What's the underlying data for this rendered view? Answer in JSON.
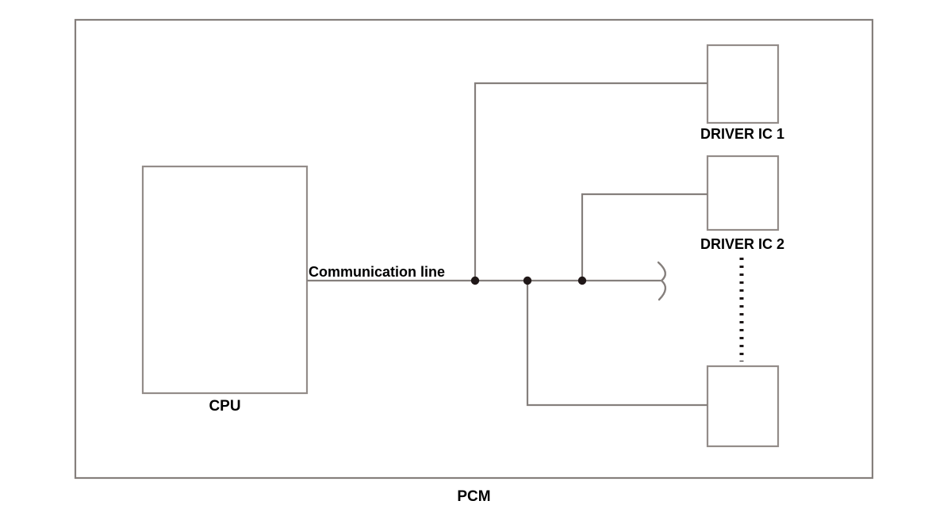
{
  "diagram": {
    "title": "PCM",
    "outer_block_label": "PCM",
    "colors": {
      "stroke": "#857f7c",
      "node_dot": "#201818",
      "text": "#000000",
      "background": "#ffffff"
    },
    "blocks": [
      {
        "id": "cpu",
        "label": "CPU",
        "label_position": "below"
      },
      {
        "id": "driver-ic-1",
        "label": "DRIVER IC 1",
        "label_position": "below"
      },
      {
        "id": "driver-ic-2",
        "label": "DRIVER IC 2",
        "label_position": "below"
      },
      {
        "id": "driver-ic-n",
        "label": "",
        "label_position": "none"
      }
    ],
    "connections": {
      "bus_label": "Communication line",
      "junction_count": 3,
      "break_symbol": "wavy-break",
      "continuation_symbol": "vertical-dotted-line"
    }
  }
}
